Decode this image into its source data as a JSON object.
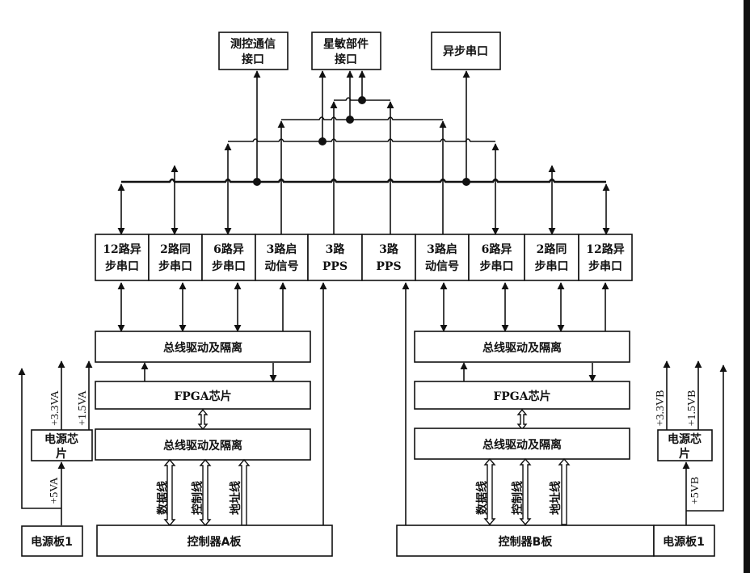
{
  "top_interfaces": [
    {
      "line1": "测控通信",
      "line2": "接口"
    },
    {
      "line1": "星敏部件",
      "line2": "接口"
    },
    {
      "line1": "异步串口",
      "line2": ""
    }
  ],
  "mid_boxes": [
    {
      "line1": "12路异",
      "line2": "步串口"
    },
    {
      "line1": "2路同",
      "line2": "步串口"
    },
    {
      "line1": "6路异",
      "line2": "步串口"
    },
    {
      "line1": "3路启",
      "line2": "动信号"
    },
    {
      "line1": "3路",
      "line2": "PPS"
    },
    {
      "line1": "3路",
      "line2": "PPS"
    },
    {
      "line1": "3路启",
      "line2": "动信号"
    },
    {
      "line1": "6路异",
      "line2": "步串口"
    },
    {
      "line1": "2路同",
      "line2": "步串口"
    },
    {
      "line1": "12路异",
      "line2": "步串口"
    }
  ],
  "side_a": {
    "bus_top": "总线驱动及隔离",
    "fpga": "FPGA芯片",
    "bus_bottom": "总线驱动及隔离",
    "controller": "控制器A板",
    "lines": [
      "数据线",
      "控制线",
      "地址线"
    ],
    "power_chip": {
      "line1": "电源芯",
      "line2": "片"
    },
    "power_board": "电源板1",
    "v33": "+3.3VA",
    "v15": "+1.5VA",
    "v5": "+5VA"
  },
  "side_b": {
    "bus_top": "总线驱动及隔离",
    "fpga": "FPGA芯片",
    "bus_bottom": "总线驱动及隔离",
    "controller": "控制器B板",
    "lines": [
      "数据线",
      "控制线",
      "地址线"
    ],
    "power_chip": {
      "line1": "电源芯",
      "line2": "片"
    },
    "power_board": "电源板1",
    "v33": "+3.3VB",
    "v15": "+1.5VB",
    "v5": "+5VB"
  }
}
